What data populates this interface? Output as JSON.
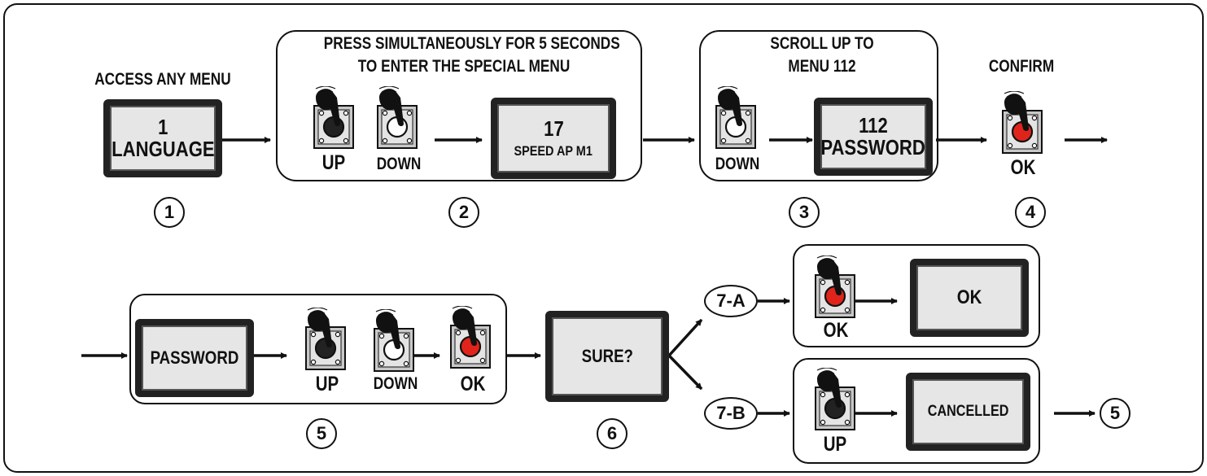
{
  "steps": {
    "s1": {
      "caption": "ACCESS ANY MENU",
      "lcd_line1": "1",
      "lcd_line2": "LANGUAGE",
      "number": "1"
    },
    "s2": {
      "caption_line1": "PRESS SIMULTANEOUSLY FOR 5 SECONDS",
      "caption_line2": "TO ENTER THE SPECIAL MENU",
      "button_up": "UP",
      "button_down": "DOWN",
      "lcd_line1": "17",
      "lcd_line2": "SPEED AP M1",
      "number": "2"
    },
    "s3": {
      "caption_line1": "SCROLL UP TO",
      "caption_line2": "MENU 112",
      "button_down": "DOWN",
      "lcd_line1": "112",
      "lcd_line2": "PASSWORD",
      "number": "3"
    },
    "s4": {
      "caption": "CONFIRM",
      "button_ok": "OK",
      "number": "4"
    },
    "s5": {
      "lcd": "PASSWORD",
      "button_up": "UP",
      "button_down": "DOWN",
      "button_ok": "OK",
      "number": "5"
    },
    "s6": {
      "lcd": "SURE?",
      "number": "6"
    },
    "s7a": {
      "tag": "7-A",
      "button_ok": "OK",
      "lcd": "OK"
    },
    "s7b": {
      "tag": "7-B",
      "button_up": "UP",
      "lcd": "CANCELLED",
      "return_to": "5"
    }
  },
  "colors": {
    "stroke": "#111111",
    "lcd_bg": "#e6e6e6",
    "button_body": "#c8c8c8",
    "button_dark": "#222222",
    "button_white": "#ffffff",
    "button_red": "#e0241b"
  },
  "icons": [
    "hand-pointer-icon",
    "push-button-icon",
    "arrow-right-icon"
  ]
}
